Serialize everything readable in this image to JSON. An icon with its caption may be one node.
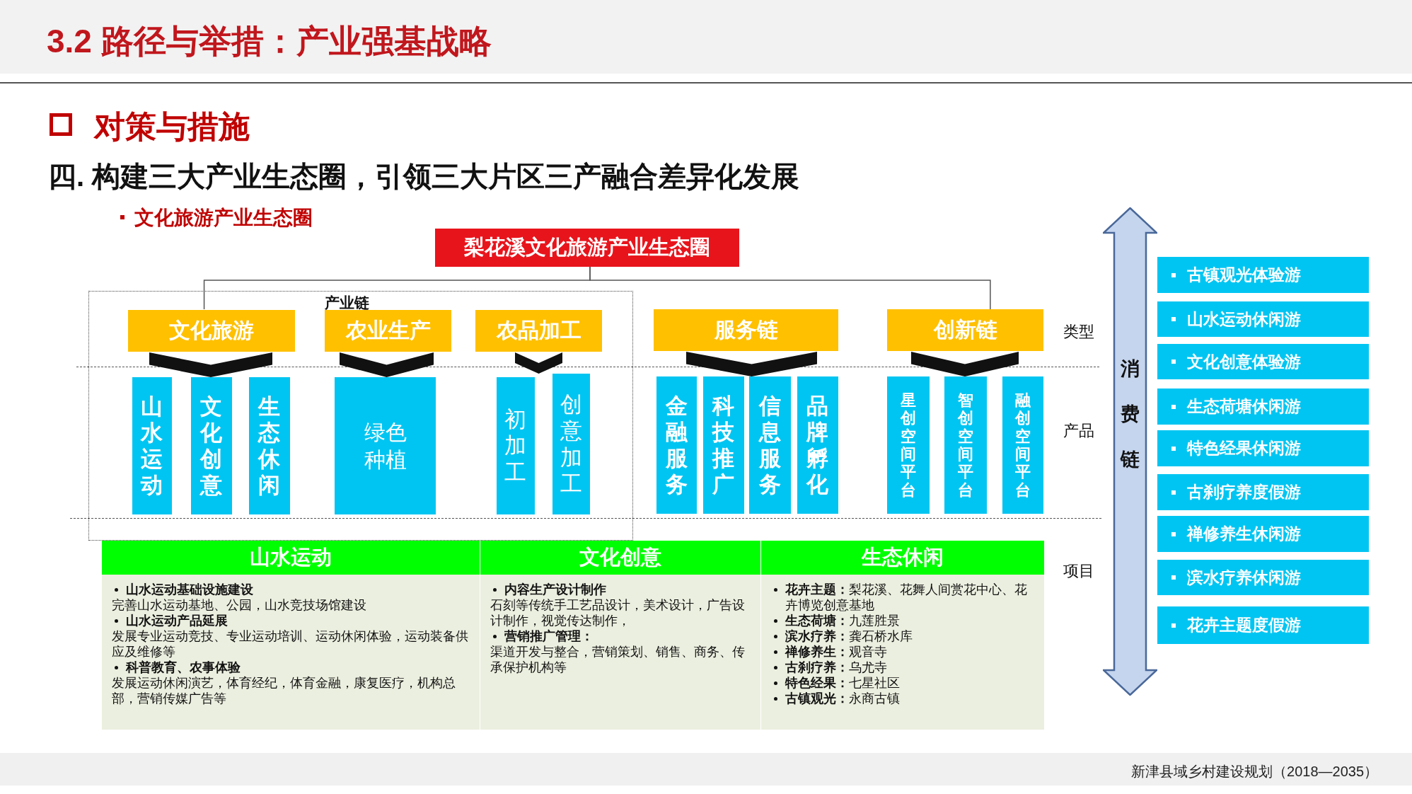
{
  "diagram": {
    "title": "3.2 路径与举措：产业强基战略",
    "nodes": [
      {
        "text": [
          "梨花溪文化旅游产业生态圈"
        ]
      },
      {
        "text": [
          "产业链"
        ]
      },
      {
        "text": [
          "文化旅游"
        ],
        "in": 1
      },
      {
        "text": [
          "农业生产"
        ],
        "in": 1
      },
      {
        "text": [
          "农品加工"
        ],
        "in": 1
      },
      {
        "text": [
          "山水运动"
        ],
        "in": 1
      },
      {
        "text": [
          "文化创意"
        ],
        "in": 1
      },
      {
        "text": [
          "生态休闲"
        ],
        "in": 1
      },
      {
        "text": [
          "绿色种植"
        ],
        "in": 1
      },
      {
        "text": [
          "初加工"
        ],
        "in": 1
      },
      {
        "text": [
          "创意加工"
        ],
        "in": 1
      },
      {
        "text": [
          "服务链"
        ]
      },
      {
        "text": [
          "创新链"
        ]
      },
      {
        "text": [
          "金融服务"
        ]
      },
      {
        "text": [
          "科技推广"
        ]
      },
      {
        "text": [
          "信息服务"
        ]
      },
      {
        "text": [
          "品牌孵化"
        ]
      },
      {
        "text": [
          "星创空间平台"
        ]
      },
      {
        "text": [
          "智创空间平台"
        ]
      },
      {
        "text": [
          "融创空间平台"
        ]
      },
      {
        "text": [
          "山水运动",
          "山水运动基础设施建设",
          "完善山水运动基地、公园，山水竞技场馆建设",
          "山水运动产品延展",
          "发展专业运动竞技、专业运动培训、运动休闲体验，运动装备供应及维修等",
          "科普教育、农事体验",
          "发展运动休闲演艺，体育经纪，体育金融，康复医疗，机构总部，营销传媒广告等"
        ]
      },
      {
        "text": [
          "文化创意",
          "内容生产设计制作",
          "石刻等传统手工艺品设计，美术设计，广告设计制作，视觉传达制作，",
          "营销推广管理：",
          "渠道开发与整合，营销策划、销售、商务、传承保护机构等"
        ]
      },
      {
        "text": [
          "生态休闲",
          "**花卉主题：**梨花溪、花舞人间赏花中心、花卉博览创意基地",
          "**生态荷塘：**九莲胜景",
          "**滨水疗养：**龚石桥水库",
          "**禅修养生：**观音寺",
          "**古刹疗养：**乌尤寺",
          "**特色经果：**七星社区",
          "**古镇观光：**永商古镇"
        ]
      },
      {
        "text": [
          "消费链"
        ]
      },
      {
        "text": [
          "古镇观光体验游"
        ]
      },
      {
        "text": [
          "山水运动休闲游"
        ]
      },
      {
        "text": [
          "文化创意体验游"
        ]
      },
      {
        "text": [
          "生态荷塘休闲游"
        ]
      },
      {
        "text": [
          "特色经果休闲游"
        ]
      },
      {
        "text": [
          "古刹疗养度假游"
        ]
      },
      {
        "text": [
          "禅修养生休闲游"
        ]
      },
      {
        "text": [
          "滨水疗养休闲游"
        ]
      },
      {
        "text": [
          "花卉主题度假游"
        ]
      },
      {
        "text": [],
        "shape": "chevron",
        "in": 1
      },
      {
        "text": [],
        "shape": "chevron",
        "in": 1
      },
      {
        "text": [],
        "shape": "chevron",
        "in": 1
      },
      {
        "text": [],
        "shape": "chevron"
      },
      {
        "text": [],
        "shape": "chevron"
      }
    ],
    "edges": [
      {
        "from": 0,
        "to": 2,
        "arrow": "none"
      },
      {
        "from": 0,
        "to": 12,
        "arrow": "none"
      }
    ],
    "labels": [
      "对策与措施",
      "四.  构建三大产业生态圈，引领三大片区三产融合差异化发展",
      "文化旅游产业生态圈",
      "类型",
      "产品",
      "项目",
      "新津县域乡村建设规划（2018—2035）"
    ]
  }
}
